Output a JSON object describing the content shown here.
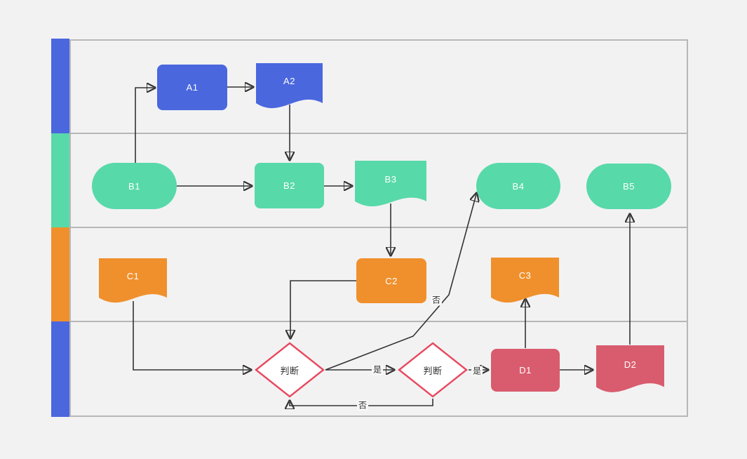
{
  "canvas": {
    "background_color": "#f2f2f3",
    "lane_border_color": "#b7b7b7",
    "connector_color": "#333333",
    "lane_count": 4
  },
  "palette": {
    "blue": "#4a67de",
    "green": "#58d9a9",
    "orange": "#f0902c",
    "pink": "#d95c6e",
    "diamond_border": "#e8485f",
    "diamond_fill": "#ffffff"
  },
  "lanes": [
    {
      "index": 1,
      "color": "#4a67de"
    },
    {
      "index": 2,
      "color": "#58d9a9"
    },
    {
      "index": 3,
      "color": "#f0902c"
    },
    {
      "index": 4,
      "color": "#4a67de"
    }
  ],
  "nodes": {
    "a1": {
      "label": "A1",
      "shape": "rounded-rect",
      "color": "#4a67de",
      "lane": 1
    },
    "a2": {
      "label": "A2",
      "shape": "document",
      "color": "#4a67de",
      "lane": 1
    },
    "b1": {
      "label": "B1",
      "shape": "stadium",
      "color": "#58d9a9",
      "lane": 2
    },
    "b2": {
      "label": "B2",
      "shape": "rounded-rect",
      "color": "#58d9a9",
      "lane": 2
    },
    "b3": {
      "label": "B3",
      "shape": "document",
      "color": "#58d9a9",
      "lane": 2
    },
    "b4": {
      "label": "B4",
      "shape": "stadium",
      "color": "#58d9a9",
      "lane": 2
    },
    "b5": {
      "label": "B5",
      "shape": "stadium",
      "color": "#58d9a9",
      "lane": 2
    },
    "c1": {
      "label": "C1",
      "shape": "document",
      "color": "#f0902c",
      "lane": 3
    },
    "c2": {
      "label": "C2",
      "shape": "rounded-rect",
      "color": "#f0902c",
      "lane": 3
    },
    "c3": {
      "label": "C3",
      "shape": "document",
      "color": "#f0902c",
      "lane": 3
    },
    "judge1": {
      "label": "判断",
      "shape": "diamond",
      "color": "#ffffff",
      "border_color": "#e8485f",
      "lane": 4
    },
    "judge2": {
      "label": "判断",
      "shape": "diamond",
      "color": "#ffffff",
      "border_color": "#e8485f",
      "lane": 4
    },
    "d1": {
      "label": "D1",
      "shape": "rounded-rect",
      "color": "#d95c6e",
      "lane": 4
    },
    "d2": {
      "label": "D2",
      "shape": "document",
      "color": "#d95c6e",
      "lane": 4
    }
  },
  "edges": [
    {
      "from": "b1",
      "to": "a1",
      "label": ""
    },
    {
      "from": "a1",
      "to": "a2",
      "label": ""
    },
    {
      "from": "a2",
      "to": "b2",
      "label": ""
    },
    {
      "from": "b1",
      "to": "b2",
      "label": ""
    },
    {
      "from": "b2",
      "to": "b3",
      "label": ""
    },
    {
      "from": "b3",
      "to": "c2",
      "label": ""
    },
    {
      "from": "c2",
      "to": "judge1",
      "label": ""
    },
    {
      "from": "c1",
      "to": "judge1",
      "label": ""
    },
    {
      "from": "judge1",
      "to": "judge2",
      "label": "是"
    },
    {
      "from": "judge1",
      "to": "b4",
      "label": "否"
    },
    {
      "from": "judge2",
      "to": "d1",
      "label": "是"
    },
    {
      "from": "judge2",
      "to": "judge1",
      "label": "否"
    },
    {
      "from": "d1",
      "to": "d2",
      "label": ""
    },
    {
      "from": "d1",
      "to": "c3",
      "label": ""
    },
    {
      "from": "d2",
      "to": "b5",
      "label": ""
    }
  ]
}
